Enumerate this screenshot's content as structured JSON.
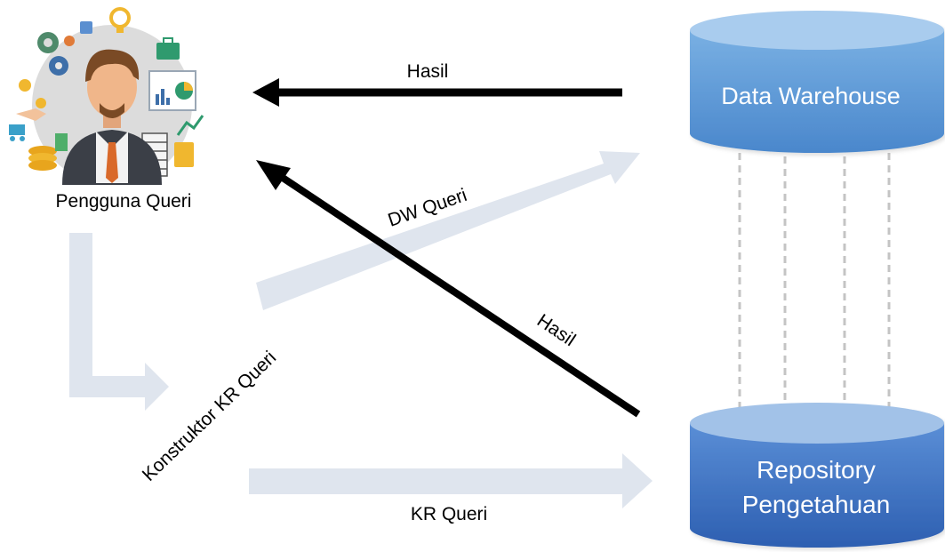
{
  "nodes": {
    "user": {
      "label": "Pengguna Queri",
      "icon": "business-user-icon"
    },
    "data_warehouse": {
      "label": "Data Warehouse",
      "icon": "database-cylinder-icon"
    },
    "repository": {
      "label_line1": "Repository",
      "label_line2": "Pengetahuan",
      "icon": "database-cylinder-icon"
    }
  },
  "edges": {
    "dw_result": "Hasil",
    "dw_query": "DW Queri",
    "repo_result": "Hasil",
    "kr_constructor": "Konstruktor KR Queri",
    "kr_query": "KR Queri"
  },
  "colors": {
    "dw_top": "#a9ccee",
    "dw_body_light": "#6fa7df",
    "dw_body_dark": "#4a87cc",
    "repo_top": "#a2c2e8",
    "repo_body_light": "#5a8ed6",
    "repo_body_dark": "#2f62b3",
    "process_arrow": "#dfe5ee",
    "result_arrow": "#000000",
    "link_dash": "#c4c4c4"
  }
}
